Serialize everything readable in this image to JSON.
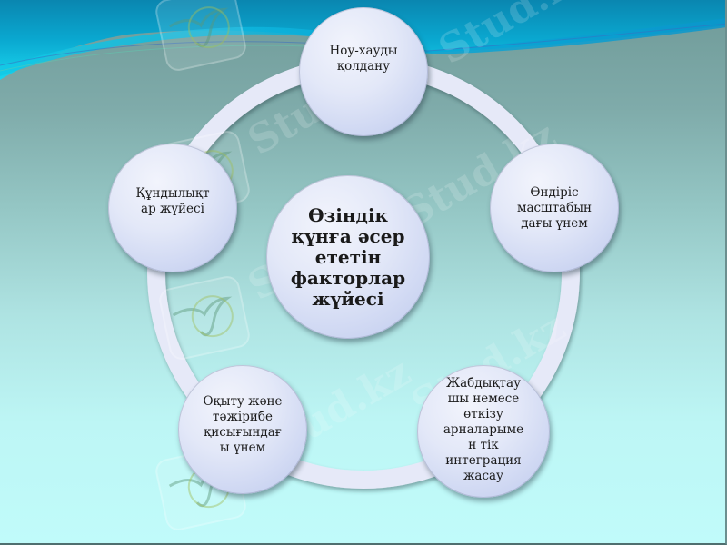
{
  "diagram": {
    "type": "radial-cycle",
    "center": {
      "label": "Өзіндік құнға әсер ететін факторлар жүйесі",
      "lines": [
        "Өзіндік",
        "құнға әсер",
        "ететін",
        "факторлар",
        "жүйесі"
      ]
    },
    "nodes": [
      {
        "id": "top",
        "label": "Ноу-хауды қолдану",
        "lines": [
          "Ноу-хауды",
          "қолдану"
        ]
      },
      {
        "id": "right",
        "label": "Өндіріс масштабындағы үнем",
        "lines": [
          "Өндіріс",
          "масштабын",
          "дағы үнем"
        ]
      },
      {
        "id": "bottom-right",
        "label": "Жабдықтаушы немесе өткізу арналарымен тік интеграция жасау",
        "lines": [
          "Жабдықтау",
          "шы немесе",
          "өткізу",
          "арналарыме",
          "н тік",
          "интеграция",
          "жасау"
        ]
      },
      {
        "id": "bottom-left",
        "label": "Оқыту және тәжірибе қисығындағы үнем",
        "lines": [
          "Оқыту және",
          "тәжірибе",
          "қисығындағ",
          "ы үнем"
        ]
      },
      {
        "id": "left",
        "label": "Құндылықтар жүйесі",
        "lines": [
          "Құндылықт",
          "ар жүйесі"
        ]
      }
    ]
  },
  "watermarks": [
    "Stud.kz",
    "Stud.kz",
    "Stud.kz",
    "Stud.kz",
    "Stud.kz",
    "Stud.kz"
  ],
  "colors": {
    "header_wave_top": "#0a8fb8",
    "header_wave_bright": "#1ad7ee",
    "background_top": "#6f9a98",
    "background_bottom": "#c0fbfa",
    "ring": "#e6e9f8",
    "node_fill": "#dfe5f7",
    "text": "#1a1a1a"
  }
}
